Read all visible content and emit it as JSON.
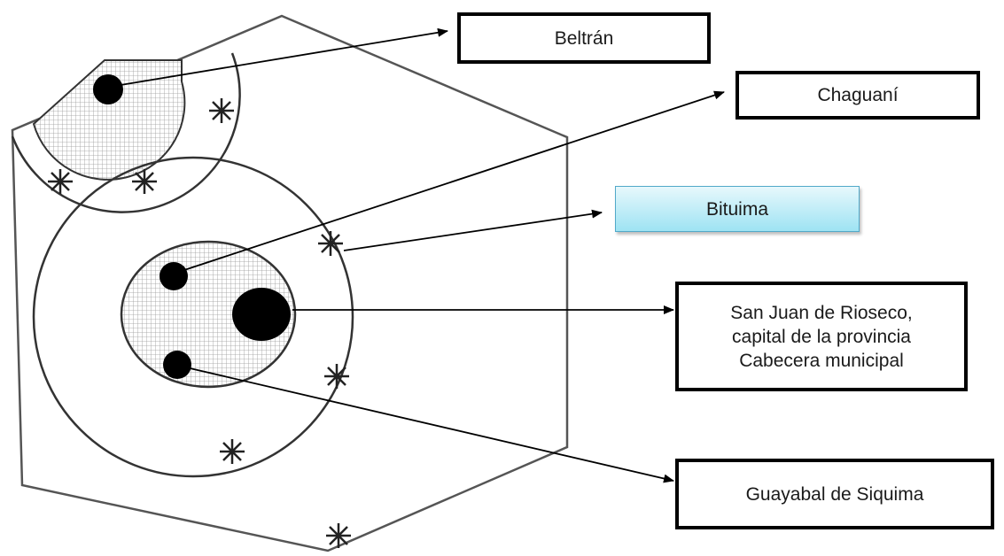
{
  "labels": {
    "beltran": "Beltrán",
    "chaguani": "Chaguaní",
    "bituima": "Bituima",
    "san_juan": [
      "San Juan de Rioseco,",
      "capital de la provincia",
      "Cabecera municipal"
    ],
    "guayabal": "Guayabal de Siquima"
  },
  "colors": {
    "highlight_box_top": "#e7f8fc",
    "highlight_box_bottom": "#9ee3f3",
    "highlight_border": "#52a9c9",
    "line": "#000000"
  }
}
